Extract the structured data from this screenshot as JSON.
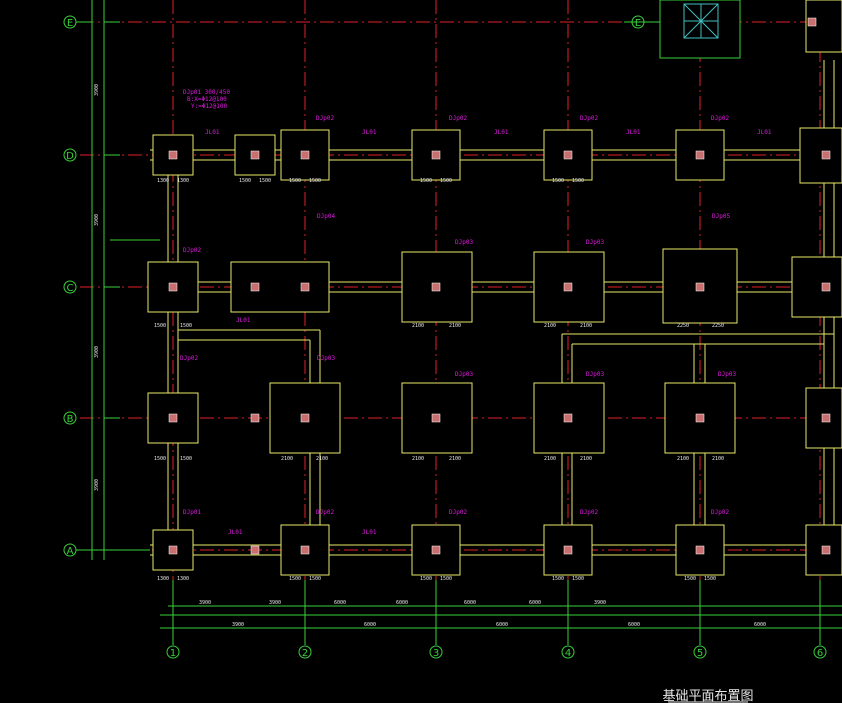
{
  "colors": {
    "background": "#000000",
    "grid_axis": "#e0202a",
    "grid_bubble": "#38d038",
    "dimension": "#38d038",
    "footing": "#e8e86a",
    "beam": "#e8e86a",
    "label": "#e01ae0",
    "column": "#c87070",
    "dim_text": "#e8e8e8",
    "title": "#e8e8e8"
  },
  "row_axes": [
    "E",
    "D",
    "C",
    "B",
    "A"
  ],
  "col_axes": [
    "1",
    "2",
    "3",
    "4",
    "5",
    "6"
  ],
  "drawing_title": "基础平面布置图",
  "footing_labels": {
    "d": [
      "DJp01",
      "DJp02",
      "DJp02",
      "DJp02",
      "DJp02"
    ],
    "c": [
      "DJp02",
      "DJp04",
      "DJp03",
      "DJp03",
      "DJp05"
    ],
    "b": [
      "DJp02",
      "DJp03",
      "DJp03",
      "DJp03",
      "DJp03"
    ],
    "a": [
      "DJp01",
      "DJp02",
      "DJp02",
      "DJp02",
      "DJp02"
    ]
  },
  "beam_labels": [
    "JL01",
    "JL01",
    "JL01",
    "JL01",
    "JL01",
    "JL01",
    "JL01",
    "JL01"
  ],
  "footing_dims": {
    "d_width": [
      "1300",
      "1300",
      "1500",
      "1500",
      "1500",
      "1500",
      "1500",
      "1500",
      "1500",
      "1500"
    ],
    "c_width": [
      "1500",
      "1500",
      "2100",
      "2100",
      "2100",
      "2100",
      "2250",
      "2250"
    ],
    "b_width": [
      "1500",
      "1500",
      "2100",
      "2100",
      "2100",
      "2100",
      "2100",
      "2100",
      "2100",
      "2100"
    ],
    "a_width": [
      "1300",
      "1300",
      "1500",
      "1500",
      "1500",
      "1500",
      "1500",
      "1500",
      "1500",
      "1500"
    ]
  },
  "bay_dims_upper": [
    "3900",
    "3900",
    "6000",
    "6000",
    "6000",
    "6000",
    "3900"
  ],
  "bay_dims_lower": [
    "3900",
    "6000",
    "6000",
    "6000",
    "6000"
  ],
  "row_dims": [
    "3900",
    "3900",
    "3900",
    "3900"
  ],
  "footing_notes": [
    "DJp01 300/450",
    "B:X=Φ12@100",
    "Y:=Φ12@100"
  ]
}
